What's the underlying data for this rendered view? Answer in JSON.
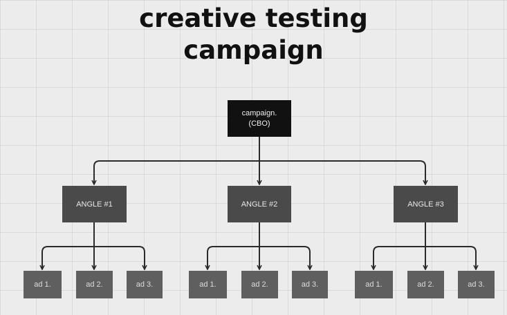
{
  "title": {
    "line1": "creative testing",
    "line2": "campaign"
  },
  "root": {
    "line1": "campaign.",
    "line2": "(CBO)"
  },
  "angles": [
    {
      "label": "ANGLE #1",
      "ads": [
        "ad 1.",
        "ad 2.",
        "ad 3."
      ]
    },
    {
      "label": "ANGLE #2",
      "ads": [
        "ad 1.",
        "ad 2.",
        "ad 3."
      ]
    },
    {
      "label": "ANGLE #3",
      "ads": [
        "ad 1.",
        "ad 2.",
        "ad 3."
      ]
    }
  ],
  "colors": {
    "root_fill": "#111111",
    "angle_fill": "#4a4a4a",
    "ad_fill": "#5f5f5f",
    "connector": "#2a2a2a",
    "background": "#ececec"
  }
}
